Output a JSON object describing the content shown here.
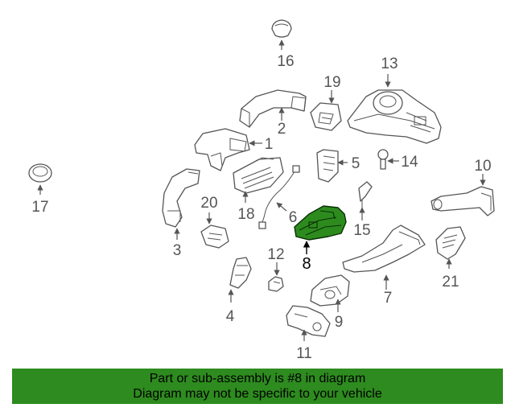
{
  "callouts": {
    "c1": "1",
    "c2": "2",
    "c3": "3",
    "c4": "4",
    "c5": "5",
    "c6": "6",
    "c7": "7",
    "c8": "8",
    "c9": "9",
    "c10": "10",
    "c11": "11",
    "c12": "12",
    "c13": "13",
    "c14": "14",
    "c15": "15",
    "c16": "16",
    "c17": "17",
    "c18": "18",
    "c19": "19",
    "c20": "20",
    "c21": "21"
  },
  "highlight": {
    "part": "8",
    "color": "#2e8b1f"
  },
  "banner": {
    "line1": "Part or sub-assembly is #8 in diagram",
    "line2": "Diagram may not be specific to your vehicle",
    "color": "#2e8b1f"
  }
}
